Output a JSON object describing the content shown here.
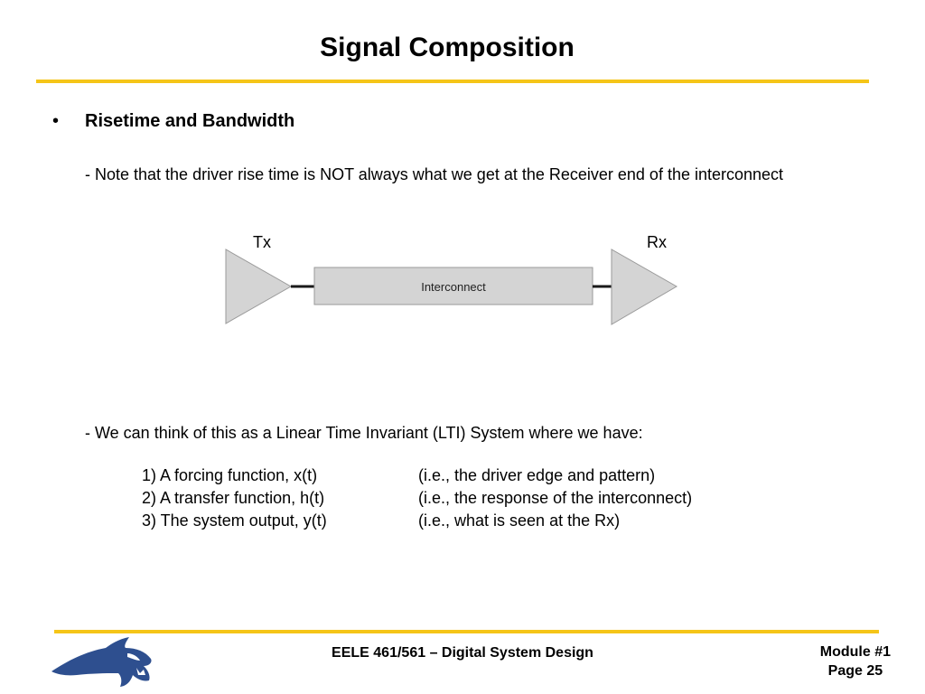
{
  "slide": {
    "title": "Signal Composition",
    "bullet_symbol": "•",
    "bullet_heading": "Risetime and Bandwidth",
    "note": "- Note that the driver rise time is NOT always what we get at the Receiver end of the interconnect",
    "diagram": {
      "tx_label": "Tx",
      "rx_label": "Rx",
      "interconnect_label": "Interconnect"
    },
    "lti_intro": "- We can think of this as a Linear Time Invariant (LTI) System where we have:",
    "items": [
      {
        "term": "1) A forcing function, x(t)",
        "desc": "(i.e., the driver edge and pattern)"
      },
      {
        "term": "2) A transfer function, h(t)",
        "desc": "(i.e., the response of the interconnect)"
      },
      {
        "term": "3) The system output, y(t)",
        "desc": "(i.e., what is seen at the Rx)"
      }
    ]
  },
  "footer": {
    "course": "EELE 461/561 – Digital System Design",
    "module": "Module #1",
    "page": "Page 25"
  },
  "colors": {
    "accent_rule": "#f5c518",
    "logo_blue": "#2e4f8f",
    "diagram_fill": "#d4d4d4",
    "diagram_stroke": "#9a9a9a"
  }
}
